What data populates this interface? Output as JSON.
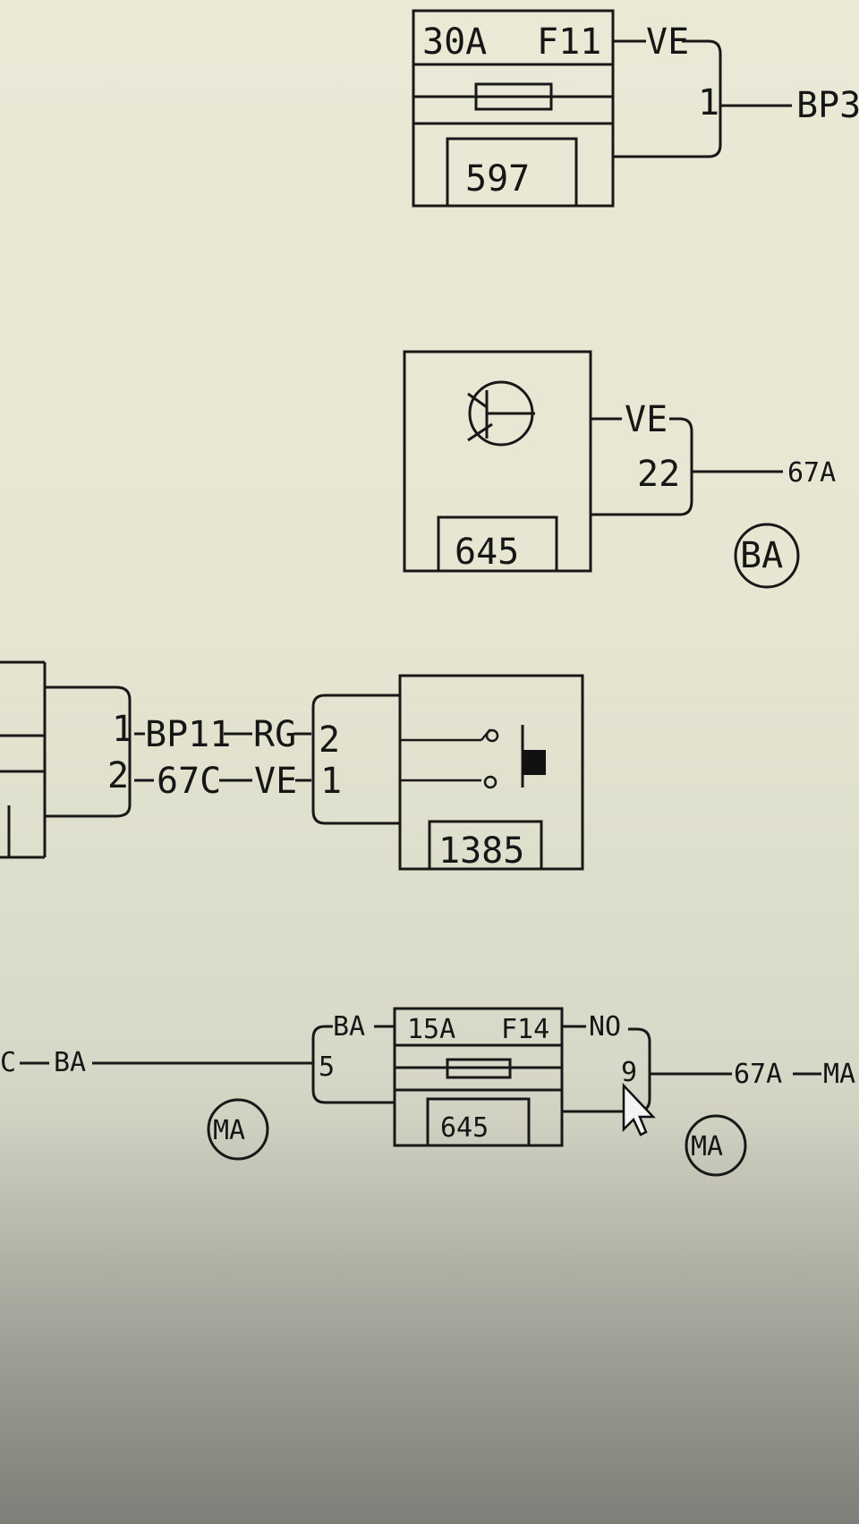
{
  "fuse_f11": {
    "rating": "30A",
    "id": "F11",
    "box": "597",
    "wire_color": "VE",
    "pin": "1",
    "dest": "BP3"
  },
  "relay_645": {
    "box": "645",
    "wire_color": "VE",
    "pin": "22",
    "dest": "67A",
    "ground": "BA"
  },
  "connector_left": {
    "pin1": "1",
    "pin2": "2"
  },
  "wire_bp11": {
    "label": "BP11",
    "color": "RG"
  },
  "wire_67c": {
    "label": "67C",
    "color": "VE"
  },
  "switch_1385": {
    "box": "1385",
    "pin_top": "2",
    "pin_bottom": "1"
  },
  "left_wire": {
    "label": "C",
    "color": "BA"
  },
  "fuse_f14": {
    "rating": "15A",
    "id": "F14",
    "box": "645",
    "wire_in_color": "BA",
    "pin_in": "5",
    "wire_out_color": "NO",
    "pin_out": "9",
    "dest": "67A",
    "dest_color": "MA"
  },
  "ground_left": "MA",
  "ground_right": "MA"
}
